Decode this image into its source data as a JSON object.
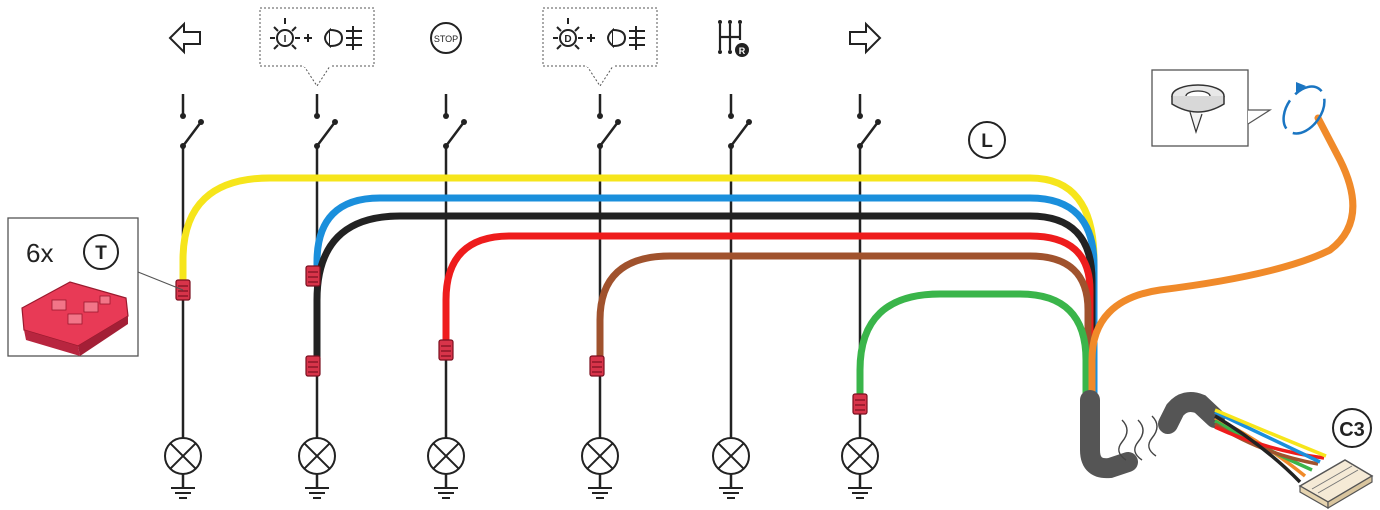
{
  "labels": {
    "quantity": "6x",
    "tap_badge": "T",
    "loom_badge": "L",
    "connector_badge": "C3",
    "stop_icon_text": "STOP",
    "reverse_icon_text": "R",
    "indicator_letter_left": "I",
    "indicator_letter_right": "D"
  },
  "circuits": [
    {
      "icon": "left-arrow-icon"
    },
    {
      "icon": "position-light-left-plus-rear-fog-icon"
    },
    {
      "icon": "stop-icon"
    },
    {
      "icon": "position-light-right-plus-rear-fog-icon"
    },
    {
      "icon": "reverse-gear-icon"
    },
    {
      "icon": "right-arrow-icon"
    }
  ],
  "wire_colors": {
    "yellow": "#f6e51b",
    "blue": "#1a8fdc",
    "black": "#222222",
    "red": "#ee1c1c",
    "brown": "#a0522d",
    "green": "#3ab54a",
    "orange": "#f08a2a",
    "tap_connector": "#d8344a",
    "sheath": "#555555"
  },
  "icons": [
    "insulation-tape-icon",
    "rotate-arrow-icon",
    "lamp-icon",
    "ground-icon",
    "switch-icon",
    "wire-tap-connector-icon",
    "multi-pin-connector-icon"
  ]
}
